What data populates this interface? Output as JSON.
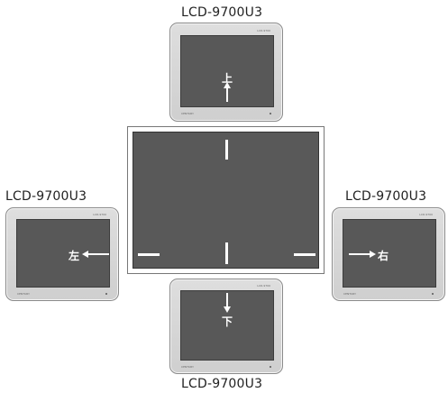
{
  "monitors": {
    "top": {
      "model": "LCD-9700U3",
      "direction": "上",
      "brand": "CENTURY",
      "screen_tag": "LCD-9700"
    },
    "left": {
      "model": "LCD-9700U3",
      "direction": "左",
      "brand": "CENTURY",
      "screen_tag": "LCD-9700"
    },
    "right": {
      "model": "LCD-9700U3",
      "direction": "右",
      "brand": "CENTURY",
      "screen_tag": "LCD-9700"
    },
    "bottom": {
      "model": "LCD-9700U3",
      "direction": "下",
      "brand": "CENTURY",
      "screen_tag": "LCD-9700"
    }
  },
  "colors": {
    "screen": "#585858",
    "bezel": "#d6d6d6",
    "marker": "#ffffff"
  }
}
